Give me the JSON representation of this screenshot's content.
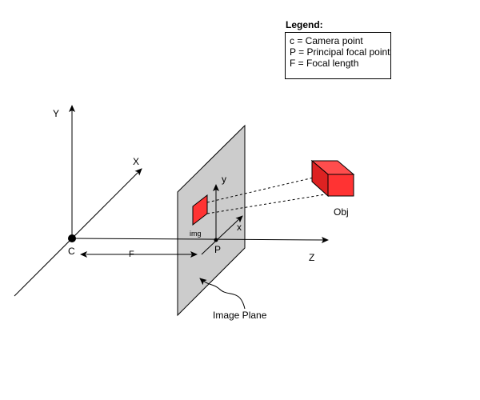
{
  "legend": {
    "title": "Legend:",
    "items": [
      "c = Camera point",
      "P = Principal focal point",
      "F = Focal length"
    ]
  },
  "axes": {
    "world_y": "Y",
    "world_x": "X",
    "world_z": "Z",
    "image_y": "y",
    "image_x": "x"
  },
  "points": {
    "camera": "C",
    "principal": "P"
  },
  "labels": {
    "focal_length": "F",
    "image": "img",
    "object": "Obj",
    "image_plane": "Image Plane"
  },
  "colors": {
    "object_fill": "#ff3333",
    "plane_fill": "#cccccc",
    "stroke": "#000000"
  }
}
